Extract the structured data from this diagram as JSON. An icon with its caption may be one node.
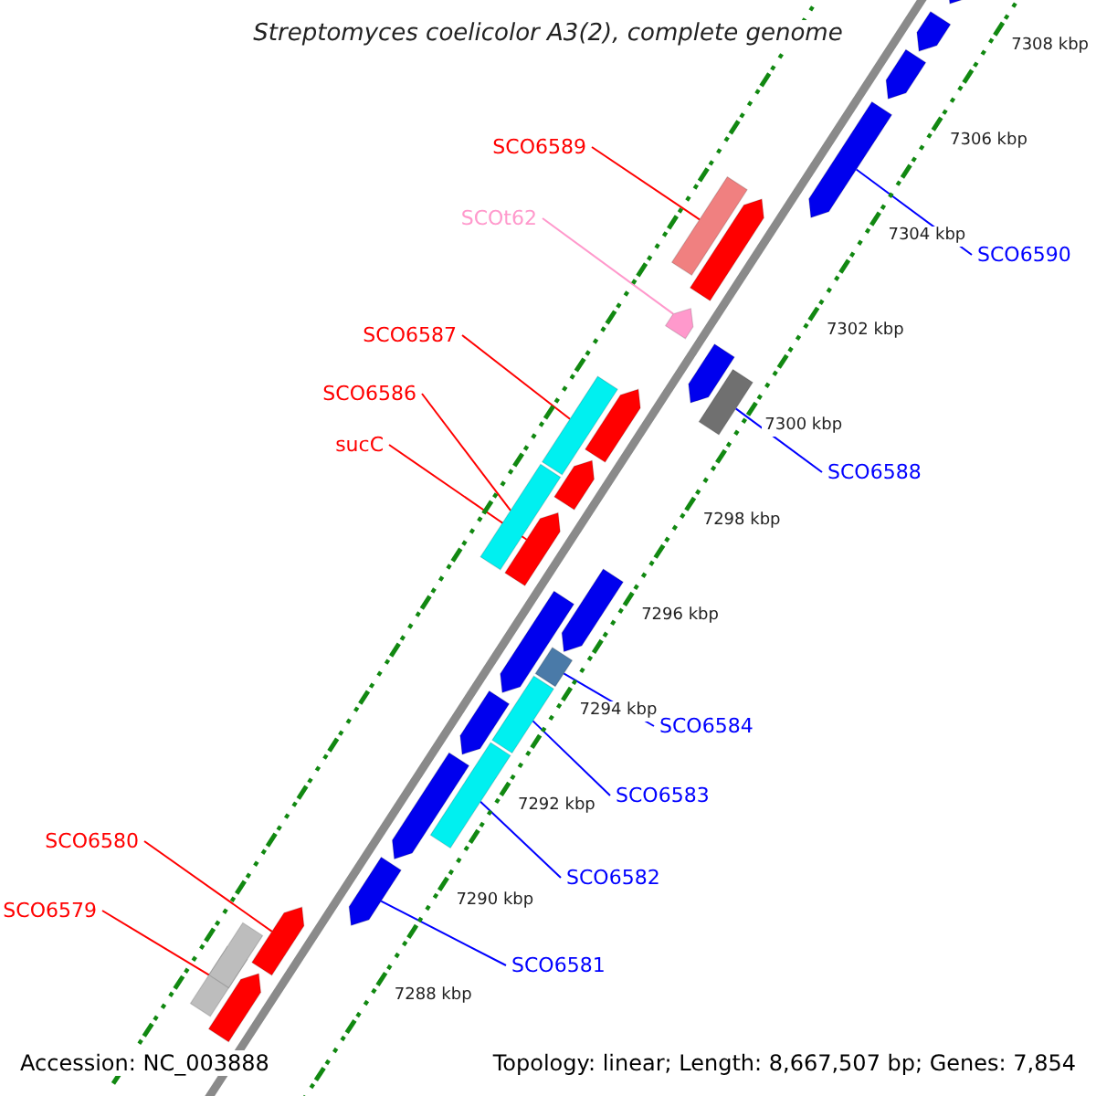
{
  "diagram": {
    "title": "Streptomyces coelicolor A3(2), complete genome",
    "nodes": [
      {
        "text": [
          "SCO6589"
        ]
      },
      {
        "text": [
          "SCOt62"
        ]
      },
      {
        "text": [
          "SCO6590"
        ]
      },
      {
        "text": [
          "SCO6587"
        ]
      },
      {
        "text": [
          "SCO6586"
        ]
      },
      {
        "text": [
          "sucC"
        ]
      },
      {
        "text": [
          "SCO6588"
        ]
      },
      {
        "text": [
          "SCO6584"
        ]
      },
      {
        "text": [
          "SCO6583"
        ]
      },
      {
        "text": [
          "SCO6580"
        ]
      },
      {
        "text": [
          "SCO6582"
        ]
      },
      {
        "text": [
          "SCO6579"
        ]
      },
      {
        "text": [
          "SCO6581"
        ]
      },
      {
        "text": [],
        "shape": "bar"
      },
      {
        "text": [],
        "shape": "arrow"
      },
      {
        "text": [],
        "shape": "arrow"
      },
      {
        "text": [],
        "shape": "bar"
      },
      {
        "text": [],
        "shape": "bar"
      },
      {
        "text": [],
        "shape": "arrow"
      },
      {
        "text": [],
        "shape": "bar"
      },
      {
        "text": [],
        "shape": "bar"
      },
      {
        "text": [],
        "shape": "bar"
      },
      {
        "text": [],
        "shape": "arrow"
      },
      {
        "text": [],
        "shape": "bar"
      },
      {
        "text": [],
        "shape": "bar"
      },
      {
        "text": [],
        "shape": "arrow"
      },
      {
        "text": [],
        "shape": "arrow"
      },
      {
        "text": [],
        "shape": "arrow"
      },
      {
        "text": [],
        "shape": "arrow"
      },
      {
        "text": [],
        "shape": "arrow"
      },
      {
        "text": [],
        "shape": "arrow"
      },
      {
        "text": [],
        "shape": "arrow"
      },
      {
        "text": [],
        "shape": "arrow"
      },
      {
        "text": [],
        "shape": "arrow"
      },
      {
        "text": [],
        "shape": "arrow"
      },
      {
        "text": [],
        "shape": "arrow"
      },
      {
        "text": [],
        "shape": "arrow"
      },
      {
        "text": [],
        "shape": "arrow"
      },
      {
        "text": [],
        "shape": "bar"
      }
    ],
    "edges": [
      {
        "from": 0,
        "to": 13,
        "arrow": "none",
        "color": "#ff0000"
      },
      {
        "from": 1,
        "to": 14,
        "arrow": "none",
        "color": "#ff99cc"
      },
      {
        "from": 2,
        "to": 15,
        "arrow": "none",
        "color": "#0000ff"
      },
      {
        "from": 3,
        "to": 16,
        "arrow": "none",
        "color": "#ff0000"
      },
      {
        "from": 4,
        "to": 17,
        "arrow": "none",
        "color": "#ff0000"
      },
      {
        "from": 5,
        "to": 18,
        "arrow": "none",
        "color": "#ff0000"
      },
      {
        "from": 6,
        "to": 19,
        "arrow": "none",
        "color": "#0000ff"
      },
      {
        "from": 7,
        "to": 20,
        "arrow": "none",
        "color": "#0000ff"
      },
      {
        "from": 8,
        "to": 21,
        "arrow": "none",
        "color": "#0000ff"
      },
      {
        "from": 9,
        "to": 22,
        "arrow": "none",
        "color": "#ff0000"
      },
      {
        "from": 10,
        "to": 23,
        "arrow": "none",
        "color": "#0000ff"
      },
      {
        "from": 11,
        "to": 24,
        "arrow": "none",
        "color": "#ff0000"
      },
      {
        "from": 12,
        "to": 25,
        "arrow": "none",
        "color": "#0000ff"
      }
    ],
    "labels": [
      "7308 kbp",
      "7306 kbp",
      "7304 kbp",
      "7302 kbp",
      "7300 kbp",
      "7298 kbp",
      "7296 kbp",
      "7294 kbp",
      "7292 kbp",
      "7290 kbp",
      "7288 kbp",
      "Accession: NC_003888",
      "Topology: linear; Length: 8,667,507 bp; Genes: 7,854"
    ]
  }
}
